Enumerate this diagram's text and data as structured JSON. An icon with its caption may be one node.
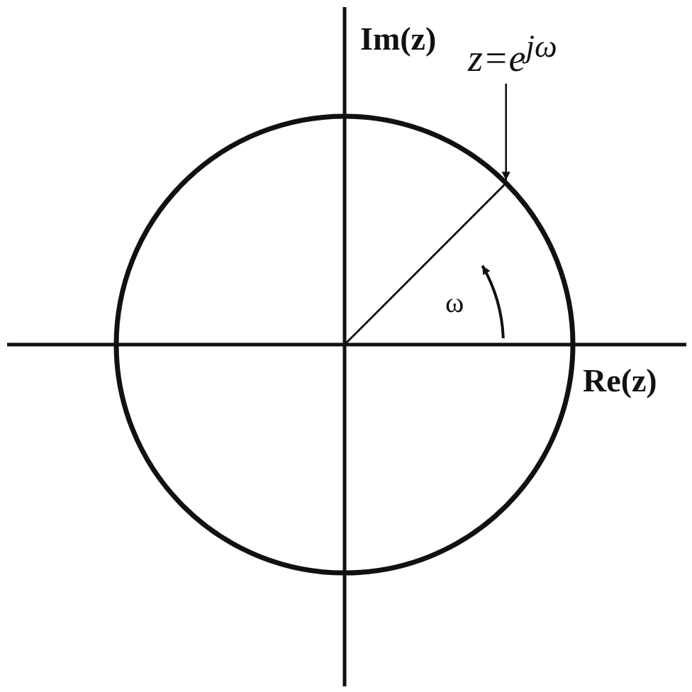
{
  "diagram": {
    "nodes": [
      {
        "text": [
          "z=e$^{jω}$"
        ]
      },
      {
        "text": [],
        "shape": "circle"
      }
    ],
    "edges": [
      {
        "from": 0,
        "to": 1,
        "arrow": "to"
      }
    ],
    "labels": [
      "Im(z)",
      "Re(z)",
      "ω"
    ]
  }
}
